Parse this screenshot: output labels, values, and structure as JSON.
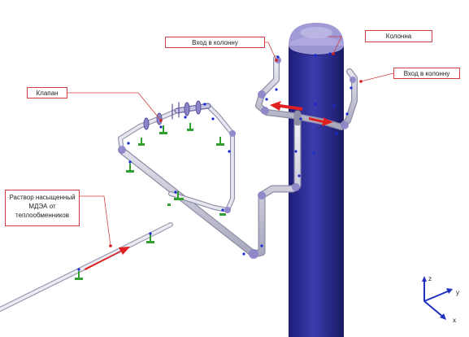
{
  "labels": {
    "column": "Колонна",
    "inlet_left": "Вход в колонну",
    "inlet_right": "Вход в колонну",
    "valve": "Клапан",
    "solution_line1": "Раствор насыщенный",
    "solution_line2": "МДЭА от",
    "solution_line3": "теплообменников"
  },
  "axes": {
    "z": "z",
    "y": "y",
    "x": "x"
  },
  "colors": {
    "column_body": "#3a3aa0",
    "column_top": "#a8a4d8",
    "pipe": "#d8d8e4",
    "pipe_joint": "#8c84c8",
    "flow_arrow": "#e02020",
    "support": "#2fa02f",
    "node_marker": "#1a2ad0",
    "callout_border": "#d04040",
    "axis": "#2030c0"
  }
}
